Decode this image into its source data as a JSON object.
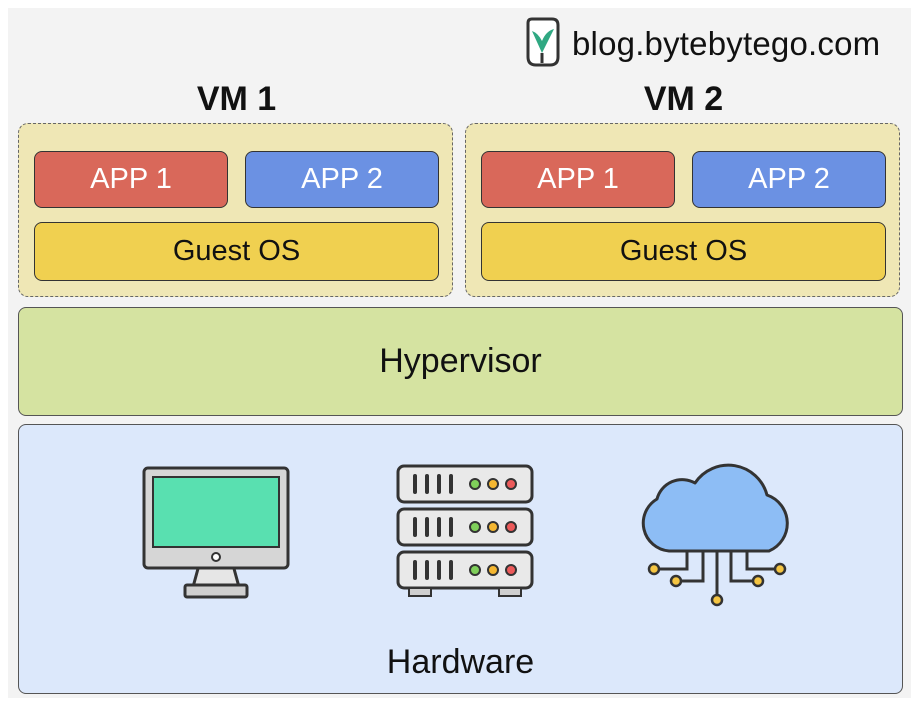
{
  "brand": {
    "text": "blog.bytebytego.com",
    "icon": "bytebytego-logo-icon"
  },
  "vms": [
    {
      "title": "VM 1",
      "apps": [
        "APP 1",
        "APP 2"
      ],
      "os": "Guest OS"
    },
    {
      "title": "VM 2",
      "apps": [
        "APP 1",
        "APP 2"
      ],
      "os": "Guest OS"
    }
  ],
  "hypervisor": {
    "label": "Hypervisor"
  },
  "hardware": {
    "label": "Hardware",
    "icons": [
      "monitor-icon",
      "server-rack-icon",
      "cloud-network-icon"
    ]
  },
  "colors": {
    "vm_box": "#efe7b5",
    "app_red": "#d9685a",
    "app_blue": "#6b91e3",
    "guest_os": "#f0d050",
    "hypervisor": "#d5e3a1",
    "hardware": "#dce8fb"
  }
}
